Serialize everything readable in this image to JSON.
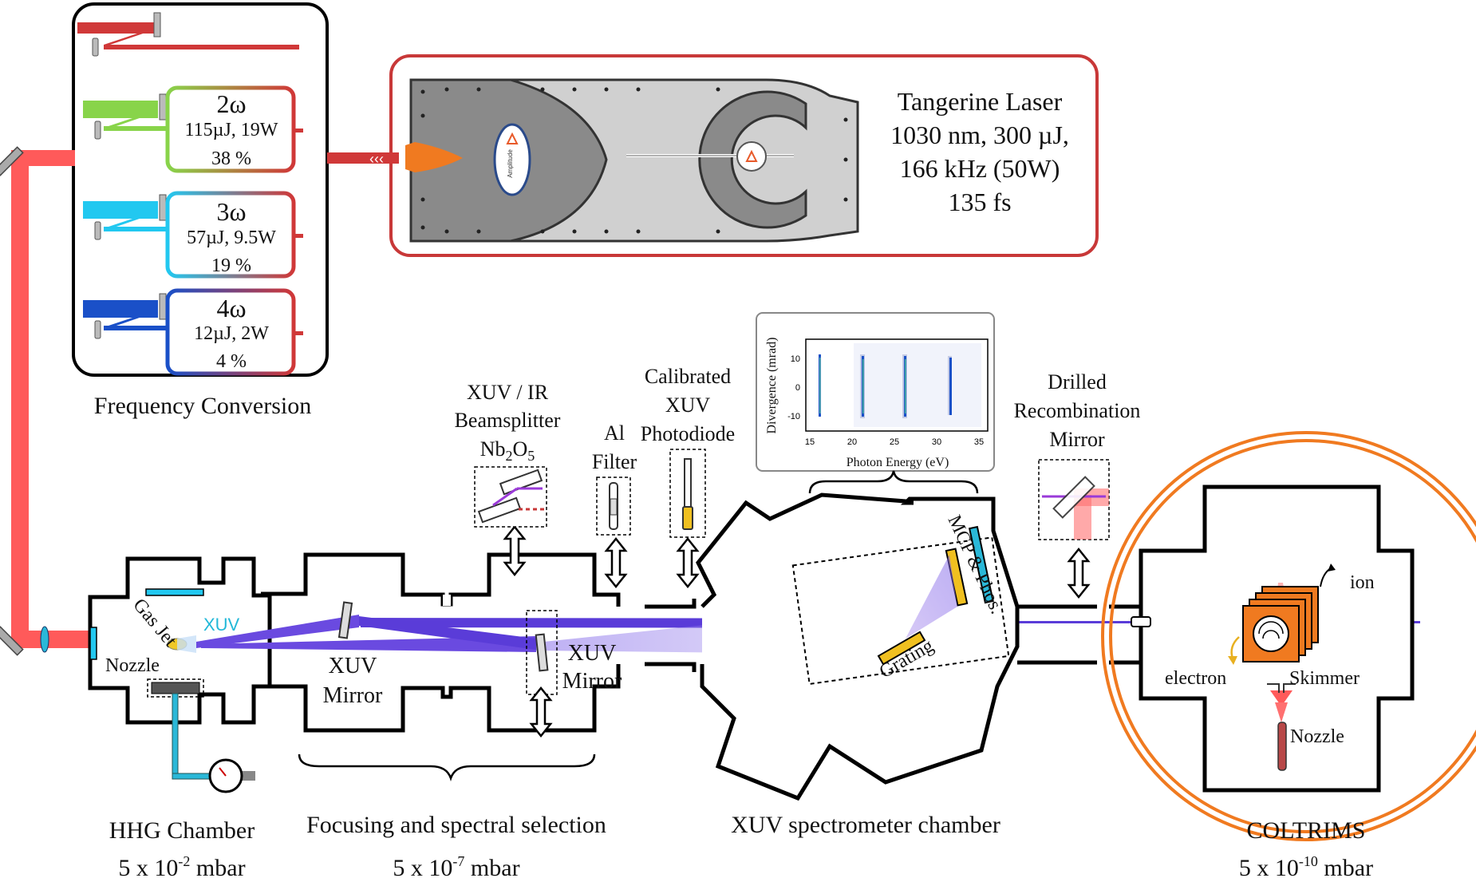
{
  "freq": {
    "title": "Frequency Conversion",
    "h2": {
      "name": "2ω",
      "energy": "115µJ, 19W",
      "eff": "38 %"
    },
    "h3": {
      "name": "3ω",
      "energy": "57µJ, 9.5W",
      "eff": "19 %"
    },
    "h4": {
      "name": "4ω",
      "energy": "12µJ, 2W",
      "eff": "4 %"
    }
  },
  "laser": {
    "line1": "Tangerine Laser",
    "line2": "1030 nm, 300 µJ,",
    "line3": "166 kHz (50W)",
    "line4": "135 fs",
    "logo": "Amplitude"
  },
  "hhg": {
    "gas_jet": "Gas Jet",
    "xuv": "XUV",
    "nozzle": "Nozzle",
    "name": "HHG Chamber",
    "pressure_base": "5 x 10",
    "pressure_exp": "-2",
    "pressure_unit": " mbar"
  },
  "focus": {
    "mirror1_a": "XUV",
    "mirror1_b": "Mirror",
    "mirror2_a": "XUV",
    "mirror2_b": "Mirror",
    "name": "Focusing and spectral selection",
    "pressure_base": "5 x 10",
    "pressure_exp": "-7",
    "pressure_unit": " mbar"
  },
  "beamsplitter": {
    "l1": "XUV / IR",
    "l2": "Beamsplitter",
    "l3a": "Nb",
    "l3b": "2",
    "l3c": "O",
    "l3d": "5"
  },
  "filter": {
    "l1": "Al",
    "l2": "Filter"
  },
  "photodiode": {
    "l1": "Calibrated",
    "l2": "XUV",
    "l3": "Photodiode"
  },
  "spectrometer": {
    "mcp": "MCP & Phos.",
    "grating": "Grating",
    "name": "XUV spectrometer chamber"
  },
  "inset": {
    "ylabel": "Divergence (mrad)",
    "xlabel": "Photon Energy (eV)",
    "xticks": [
      "15",
      "20",
      "25",
      "30",
      "35"
    ],
    "yticks": [
      "10",
      "0",
      "-10"
    ]
  },
  "recomb": {
    "l1": "Drilled",
    "l2": "Recombination",
    "l3": "Mirror"
  },
  "coltrims": {
    "ion": "ion",
    "electron": "electron",
    "skimmer": "Skimmer",
    "nozzle": "Nozzle",
    "name": "COLTRIMS",
    "pressure_base": "5 x 10",
    "pressure_exp": "-10",
    "pressure_unit": " mbar"
  },
  "colors": {
    "red": "#d03838",
    "green": "#88d44a",
    "cyan": "#22c8f0",
    "blue": "#1a50c8",
    "orange": "#f07a20",
    "xuv": "#5a3fd8",
    "gold": "#e8c020"
  }
}
